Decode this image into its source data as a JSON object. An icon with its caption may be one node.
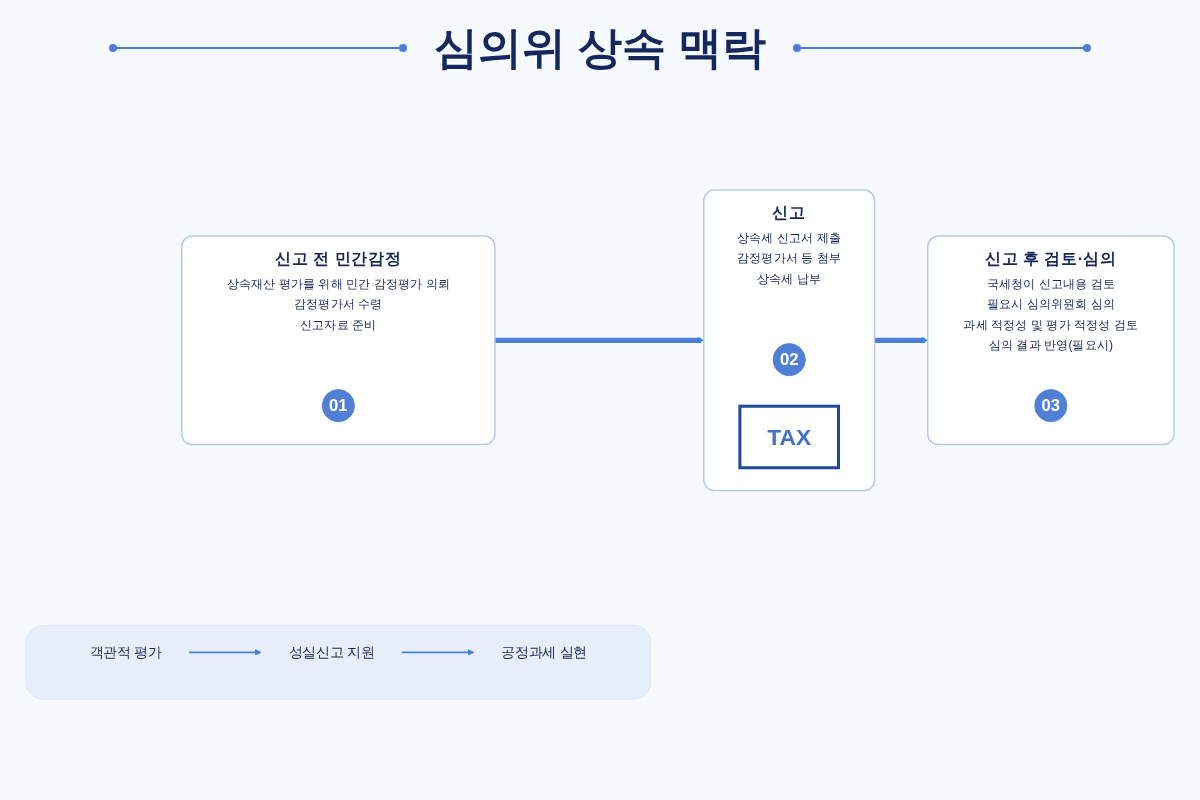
{
  "diagram": {
    "title": "심의위 상속 맥락",
    "nodes": [
      {
        "text": [
          "신고 전 민간감정",
          "상속재산 평가를 위해 민간 감정평가 의뢰",
          "감정평가서 수령",
          "신고자료 준비"
        ]
      },
      {
        "text": [
          "01"
        ],
        "in": 0
      },
      {
        "text": [
          "신고",
          "상속세 신고서 제출",
          "감정평가서 등 첨부",
          "상속세 납부"
        ]
      },
      {
        "text": [
          "02"
        ],
        "in": 2
      },
      {
        "text": [
          "TAX"
        ],
        "in": 2
      },
      {
        "text": [
          "신고 후 검토·심의",
          "국세청이 신고내용 검토",
          "필요시 심의위원회 심의",
          "과세 적정성 및 평가 적정성 검토",
          "심의 결과 반영(필요시)"
        ]
      },
      {
        "text": [
          "03"
        ],
        "in": 5
      },
      {
        "text": [],
        "shape": "bar"
      },
      {
        "text": [
          "객관적 평가"
        ],
        "in": 7
      },
      {
        "text": [
          "성실신고 지원"
        ],
        "in": 7
      },
      {
        "text": [
          "공정과세 실현"
        ],
        "in": 7
      }
    ],
    "edges": [
      {
        "from": 0,
        "to": 2,
        "arrow": "to",
        "style": "thick"
      },
      {
        "from": 2,
        "to": 5,
        "arrow": "to",
        "style": "thick"
      },
      {
        "from": 8,
        "to": 9,
        "arrow": "to"
      },
      {
        "from": 9,
        "to": 10,
        "arrow": "to"
      }
    ]
  }
}
